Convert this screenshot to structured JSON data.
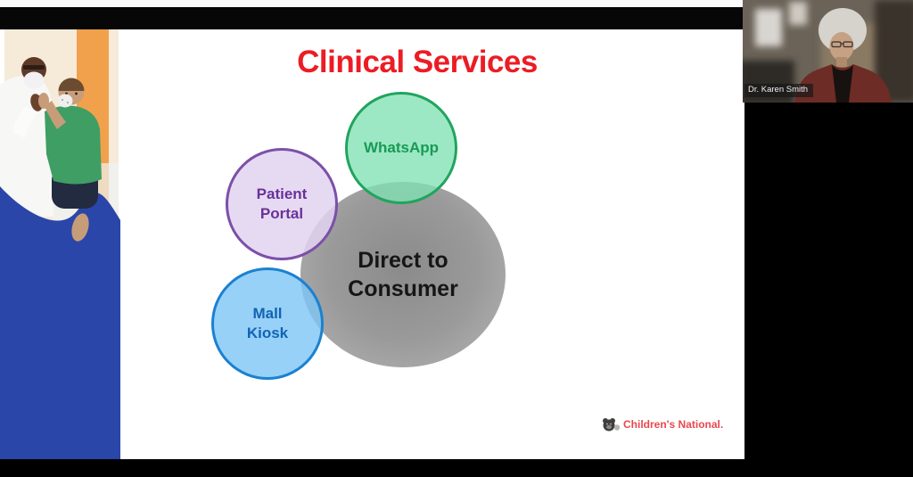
{
  "app": {
    "type": "video-meeting",
    "letterbox_color": "#000000"
  },
  "participant_tile": {
    "name": "Dr. Karen Smith"
  },
  "slide": {
    "title": "Clinical Services",
    "title_color": "#ec1c24",
    "photo_alt": "doctor-high-fiving-child-photo",
    "venn": {
      "center_circle": {
        "line1": "Direct to",
        "line2": "Consumer",
        "fill_color": "#9a9a9a",
        "text_color": "#161616"
      },
      "satellite_circles": [
        {
          "id": "whatsapp",
          "line1": "WhatsApp",
          "line2": "",
          "border_color": "#21a45e",
          "fill_color": "#9fe9c6",
          "text_color": "#189a55"
        },
        {
          "id": "patient-portal",
          "line1": "Patient",
          "line2": "Portal",
          "border_color": "#7b50a9",
          "fill_color": "#e7dcf3",
          "text_color": "#6a3199"
        },
        {
          "id": "mall-kiosk",
          "line1": "Mall",
          "line2": "Kiosk",
          "border_color": "#1b81d1",
          "fill_color": "#9ccdf5",
          "text_color": "#1263b5"
        }
      ]
    },
    "footer_logo": {
      "text": "Children's National.",
      "color": "#e8484e"
    }
  }
}
